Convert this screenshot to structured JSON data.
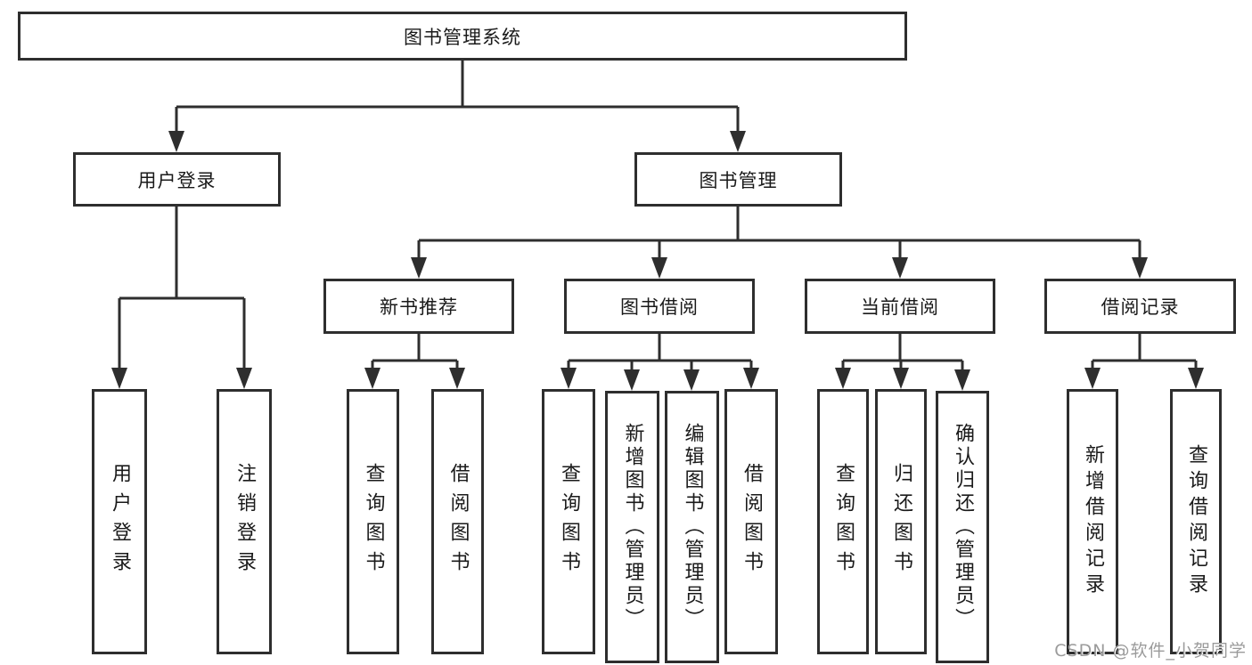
{
  "diagram_type": "hierarchy-tree",
  "tree": {
    "root": {
      "label": "图书管理系统"
    },
    "branches": [
      {
        "label": "用户登录",
        "children": [
          {
            "label": "用户登录"
          },
          {
            "label": "注销登录"
          }
        ]
      },
      {
        "label": "图书管理",
        "children": [
          {
            "label": "新书推荐",
            "children": [
              {
                "label": "查询图书"
              },
              {
                "label": "借阅图书"
              }
            ]
          },
          {
            "label": "图书借阅",
            "children": [
              {
                "label": "查询图书"
              },
              {
                "label": "新增图书（管理员）"
              },
              {
                "label": "编辑图书（管理员）"
              },
              {
                "label": "借阅图书"
              }
            ]
          },
          {
            "label": "当前借阅",
            "children": [
              {
                "label": "查询图书"
              },
              {
                "label": "归还图书"
              },
              {
                "label": "确认归还（管理员）"
              }
            ]
          },
          {
            "label": "借阅记录",
            "children": [
              {
                "label": "新增借阅记录"
              },
              {
                "label": "查询借阅记录"
              }
            ]
          }
        ]
      }
    ]
  },
  "watermark": {
    "text": "CSDN @软件_小贺同学"
  },
  "colors": {
    "line": "#2e2e2e",
    "text": "#1a1a1a",
    "background": "#ffffff",
    "watermark": "#9b9b9b"
  }
}
